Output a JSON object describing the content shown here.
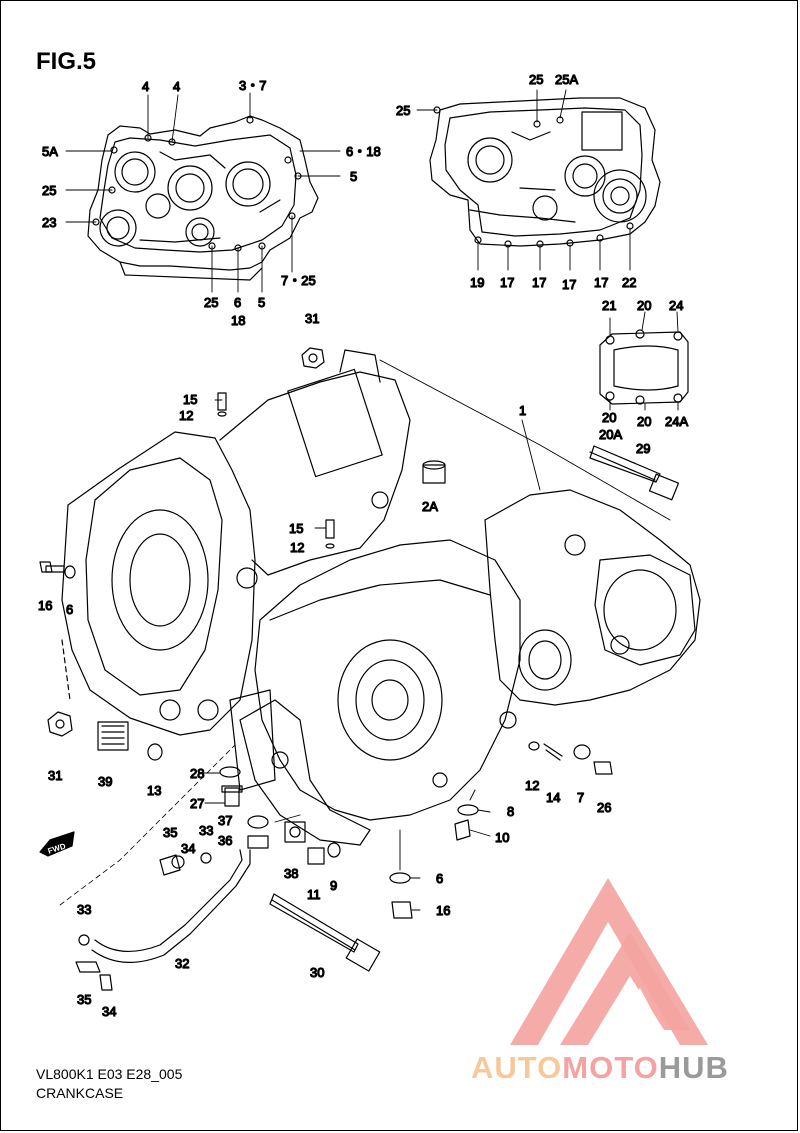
{
  "figure": {
    "title": "FIG.5",
    "model_code": "VL800K1 E03 E28_005",
    "caption": "CRANKCASE"
  },
  "callouts": [
    {
      "id": "c-4a",
      "text": "4"
    },
    {
      "id": "c-4b",
      "text": "4"
    },
    {
      "id": "c-3-7",
      "text": "3・7"
    },
    {
      "id": "c-5a",
      "text": "5A"
    },
    {
      "id": "c-6-18",
      "text": "6・18"
    },
    {
      "id": "c-5-top",
      "text": "5"
    },
    {
      "id": "c-25-left",
      "text": "25"
    },
    {
      "id": "c-23",
      "text": "23"
    },
    {
      "id": "c-7-25",
      "text": "7・25"
    },
    {
      "id": "c-25-bottom",
      "text": "25"
    },
    {
      "id": "c-6-bottom",
      "text": "6"
    },
    {
      "id": "c-5-bottom",
      "text": "5"
    },
    {
      "id": "c-18-bottom",
      "text": "18"
    },
    {
      "id": "c-25-tr",
      "text": "25"
    },
    {
      "id": "c-25a-tr",
      "text": "25A"
    },
    {
      "id": "c-25-tr-left",
      "text": "25"
    },
    {
      "id": "c-19",
      "text": "19"
    },
    {
      "id": "c-17a",
      "text": "17"
    },
    {
      "id": "c-17b",
      "text": "17"
    },
    {
      "id": "c-17c",
      "text": "17"
    },
    {
      "id": "c-17d",
      "text": "17"
    },
    {
      "id": "c-22",
      "text": "22"
    },
    {
      "id": "c-21",
      "text": "21"
    },
    {
      "id": "c-20a",
      "text": "20"
    },
    {
      "id": "c-24",
      "text": "24"
    },
    {
      "id": "c-20b",
      "text": "20"
    },
    {
      "id": "c-20c",
      "text": "20"
    },
    {
      "id": "c-24a",
      "text": "24A"
    },
    {
      "id": "c-20a-label",
      "text": "20A"
    },
    {
      "id": "c-31-top",
      "text": "31"
    },
    {
      "id": "c-1",
      "text": "1"
    },
    {
      "id": "c-15-top",
      "text": "15"
    },
    {
      "id": "c-12-top",
      "text": "12"
    },
    {
      "id": "c-29",
      "text": "29"
    },
    {
      "id": "c-2a",
      "text": "2A"
    },
    {
      "id": "c-15-mid",
      "text": "15"
    },
    {
      "id": "c-12-mid",
      "text": "12"
    },
    {
      "id": "c-16-left",
      "text": "16"
    },
    {
      "id": "c-6-left",
      "text": "6"
    },
    {
      "id": "c-31-left",
      "text": "31"
    },
    {
      "id": "c-39",
      "text": "39"
    },
    {
      "id": "c-13",
      "text": "13"
    },
    {
      "id": "c-28",
      "text": "28"
    },
    {
      "id": "c-27",
      "text": "27"
    },
    {
      "id": "c-37",
      "text": "37"
    },
    {
      "id": "c-36",
      "text": "36"
    },
    {
      "id": "c-35-top",
      "text": "35"
    },
    {
      "id": "c-33-top",
      "text": "33"
    },
    {
      "id": "c-34-top",
      "text": "34"
    },
    {
      "id": "c-38",
      "text": "38"
    },
    {
      "id": "c-11",
      "text": "11"
    },
    {
      "id": "c-9",
      "text": "9"
    },
    {
      "id": "c-12-right",
      "text": "12"
    },
    {
      "id": "c-14",
      "text": "14"
    },
    {
      "id": "c-7-right",
      "text": "7"
    },
    {
      "id": "c-26",
      "text": "26"
    },
    {
      "id": "c-8",
      "text": "8"
    },
    {
      "id": "c-10",
      "text": "10"
    },
    {
      "id": "c-6-right",
      "text": "6"
    },
    {
      "id": "c-16-right",
      "text": "16"
    },
    {
      "id": "c-33-bottom",
      "text": "33"
    },
    {
      "id": "c-32",
      "text": "32"
    },
    {
      "id": "c-35-bottom",
      "text": "35"
    },
    {
      "id": "c-34-bottom",
      "text": "34"
    },
    {
      "id": "c-30",
      "text": "30"
    }
  ],
  "fwd_badge": "FWD",
  "watermark": {
    "part1": "AUTO",
    "part2": "MOTO",
    "part3": "HUB"
  }
}
